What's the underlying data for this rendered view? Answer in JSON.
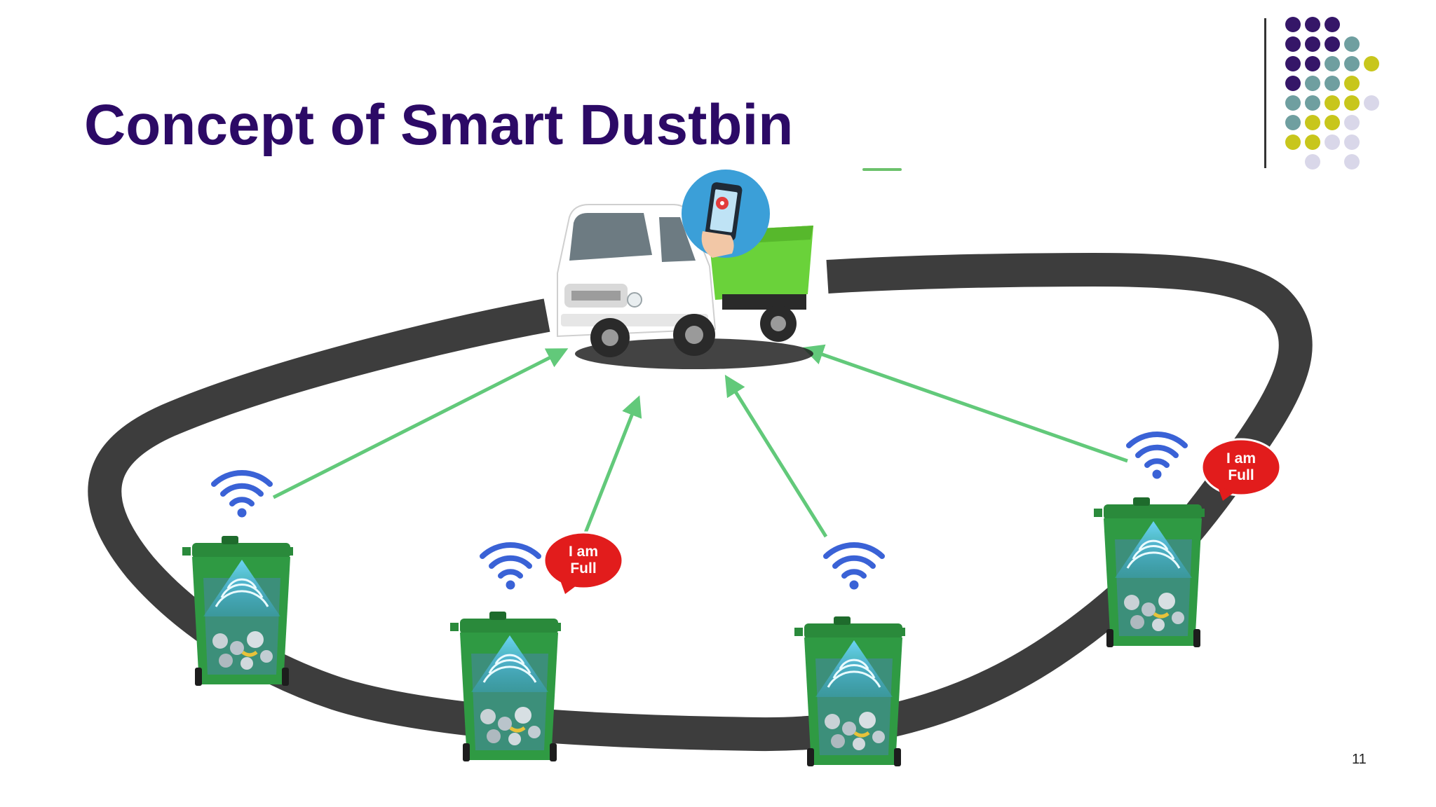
{
  "slide": {
    "title": "Concept of Smart Dustbin",
    "page_number": "11"
  },
  "bubbles": {
    "line1": "I am",
    "line2": "Full"
  },
  "colors": {
    "title": "#2c0a66",
    "road": "#3d3d3d",
    "arrow": "#62c97a",
    "wifi": "#3a62d6",
    "bin": "#2f9a43",
    "bubble": "#e21c1c",
    "dot_purple": "#351668",
    "dot_teal": "#6f9fa0",
    "dot_yellow": "#c8c61c",
    "dot_lavender": "#d9d7e9"
  },
  "icons": [
    "truck-icon",
    "phone-location-icon",
    "wifi-icon",
    "dustbin-icon"
  ]
}
